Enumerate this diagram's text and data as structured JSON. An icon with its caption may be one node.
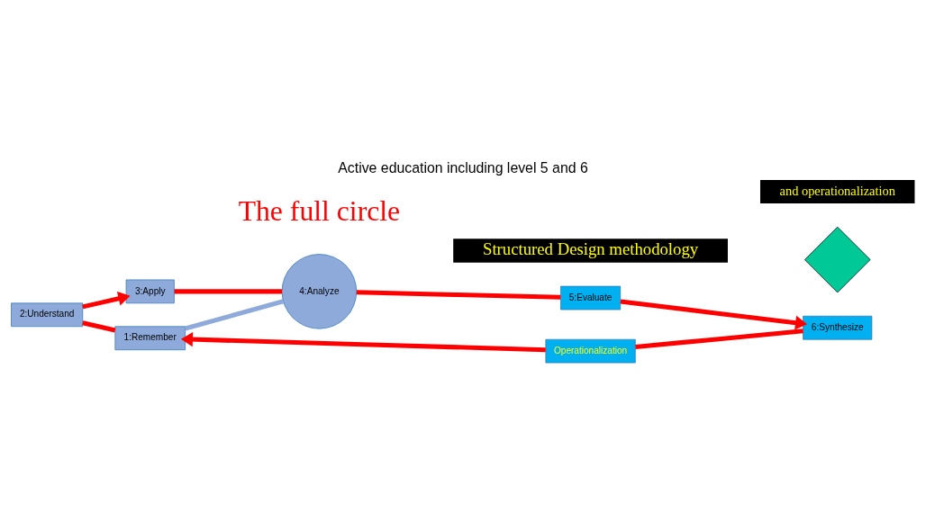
{
  "diagram": {
    "title": "Active education including level 5 and 6",
    "nodes": [
      {
        "text": [
          "1:Remember"
        ]
      },
      {
        "text": [
          "2:Understand"
        ]
      },
      {
        "text": [
          "3:Apply"
        ]
      },
      {
        "text": [
          "4:Analyze"
        ]
      },
      {
        "text": [
          "5:Evaluate"
        ]
      },
      {
        "text": [
          "6:Synthesize"
        ]
      },
      {
        "text": [
          "Operationalization"
        ]
      },
      {
        "text": [],
        "shape": "diamond"
      }
    ],
    "edges": [
      {
        "from": 0,
        "to": 1,
        "arrow": "none"
      },
      {
        "from": 1,
        "to": 2,
        "arrow": "to"
      },
      {
        "from": 2,
        "to": 3,
        "arrow": "none"
      },
      {
        "from": 3,
        "to": 4,
        "arrow": "none"
      },
      {
        "from": 4,
        "to": 5,
        "arrow": "to"
      },
      {
        "from": 5,
        "to": 6,
        "arrow": "none"
      },
      {
        "from": 6,
        "to": 0,
        "arrow": "to"
      },
      {
        "from": 3,
        "to": 0,
        "arrow": "none",
        "color": "#8eaadb"
      }
    ],
    "labels": [
      "and operationalization",
      "The full circle",
      "Structured Design methodology"
    ]
  }
}
